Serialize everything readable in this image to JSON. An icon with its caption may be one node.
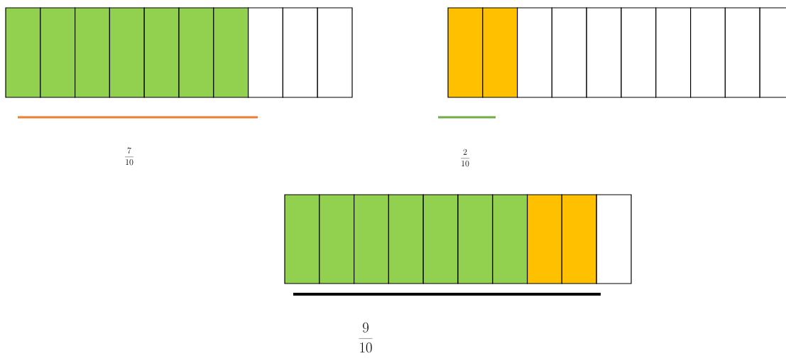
{
  "diagram": {
    "labels": [
      "\\frac{7}{10}",
      "\\frac{2}{10}",
      "\\frac{9}{10}"
    ]
  }
}
